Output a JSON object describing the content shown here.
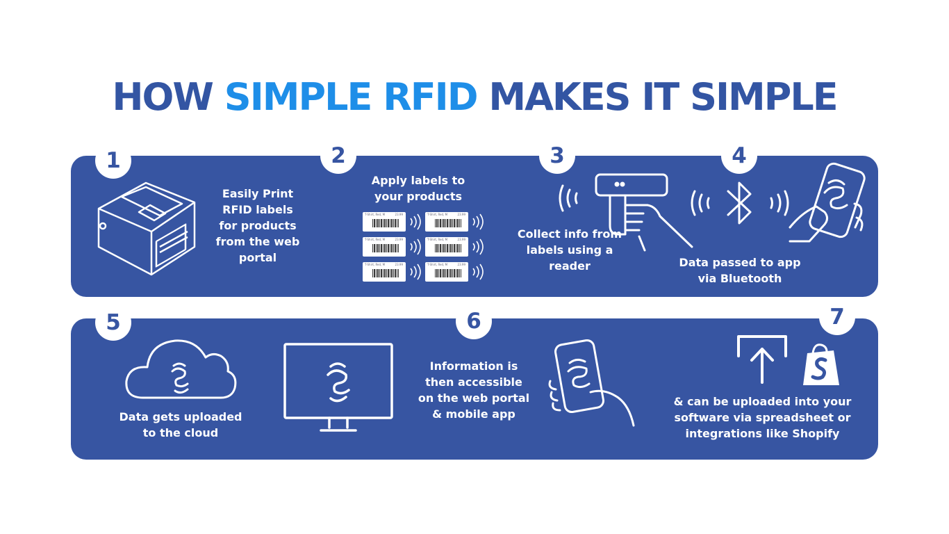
{
  "title": {
    "prefix": "HOW",
    "accent": "SIMPLE RFID",
    "suffix": "MAKES IT SIMPLE"
  },
  "colors": {
    "panel": "#3755a2",
    "title": "#3355a3",
    "accent": "#1e8ee8",
    "text": "#ffffff"
  },
  "steps": [
    {
      "number": "1",
      "icon": "printer-icon",
      "lines": [
        "Easily Print",
        "RFID labels",
        "for  products",
        "from the web",
        "portal"
      ]
    },
    {
      "number": "2",
      "icon": "rfid-labels-icon",
      "lines": [
        "Apply labels to",
        "your products"
      ]
    },
    {
      "number": "3",
      "icon": "handheld-reader-icon",
      "lines": [
        "Collect info from",
        "labels using a",
        "reader"
      ]
    },
    {
      "number": "4",
      "icon": "bluetooth-icon",
      "lines": [
        "Data passed to app",
        "via Bluetooth"
      ]
    },
    {
      "number": "5",
      "icon": "cloud-icon",
      "lines": [
        "Data gets uploaded",
        "to the cloud"
      ]
    },
    {
      "number": "6",
      "icon": "monitor-icon",
      "lines": [
        "Information is",
        "then accessible",
        "on the web portal",
        "& mobile app"
      ]
    },
    {
      "number": "7",
      "icon": "upload-icon",
      "lines": [
        "& can be uploaded into your",
        "software via spreadsheet or",
        "integrations like Shopify"
      ]
    }
  ],
  "label_sample": {
    "line": "T-Shirt, Red, M",
    "price": "23.99"
  }
}
